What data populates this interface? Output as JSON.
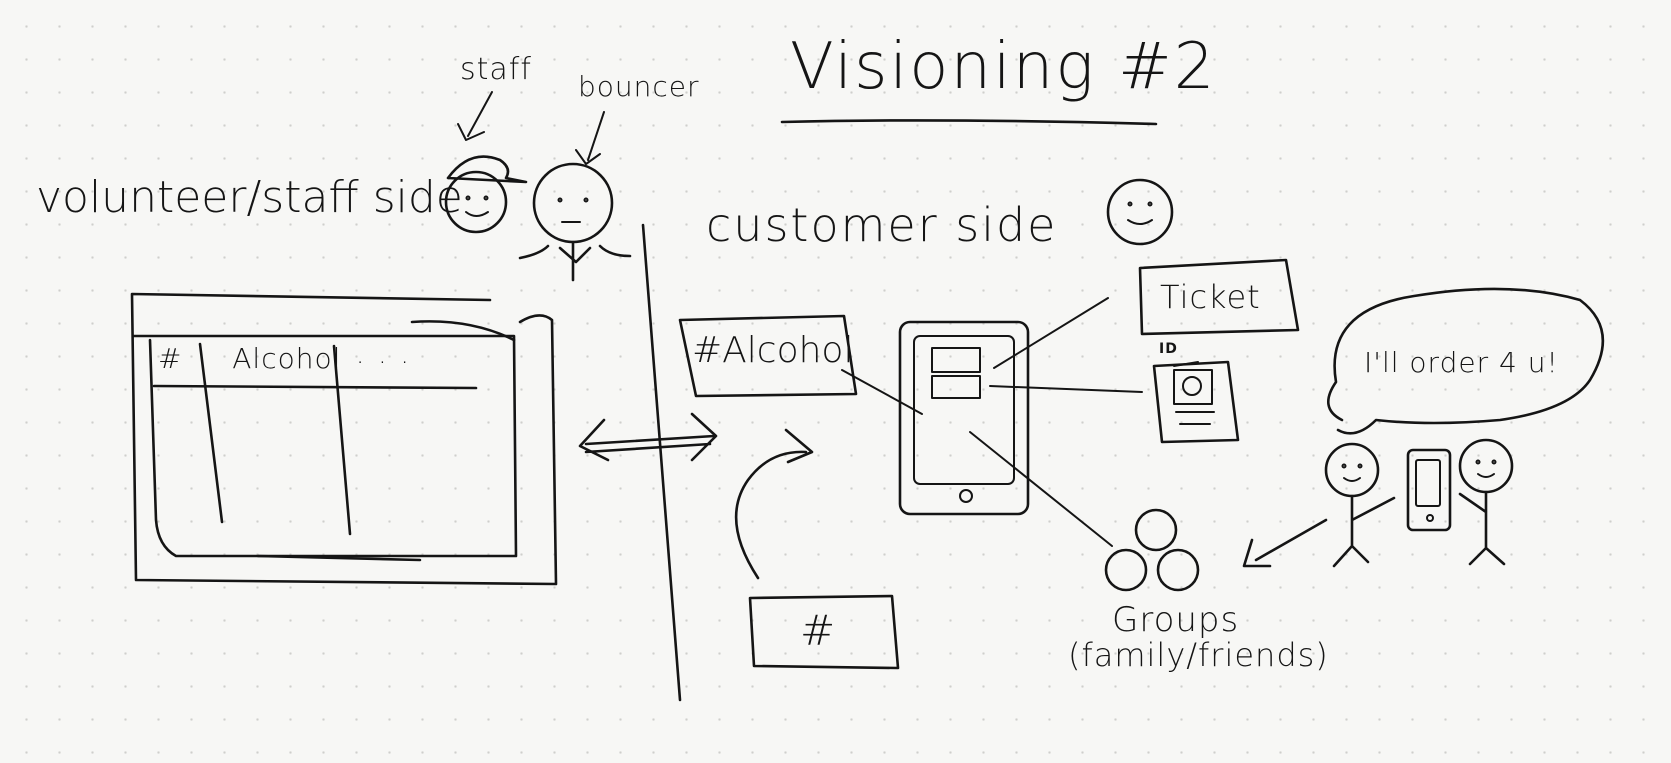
{
  "title": "Visioning #2",
  "labels": {
    "staff": "staff",
    "bouncer": "bouncer",
    "volunteer_side": "volunteer/staff side",
    "customer_side": "customer side",
    "table_hash": "#",
    "table_alcohol": "Alcohol",
    "table_more": "...",
    "alcohol_tag": "#Alcohol",
    "ticket": "Ticket",
    "id_badge": "ID",
    "speech": "I'll order 4 u!",
    "hash_box": "#",
    "groups": "Groups",
    "groups_note": "(family/friends)"
  },
  "colors": {
    "ink": "#151515",
    "paper": "#f7f7f5",
    "dot_grid": "#cfcfcc"
  }
}
